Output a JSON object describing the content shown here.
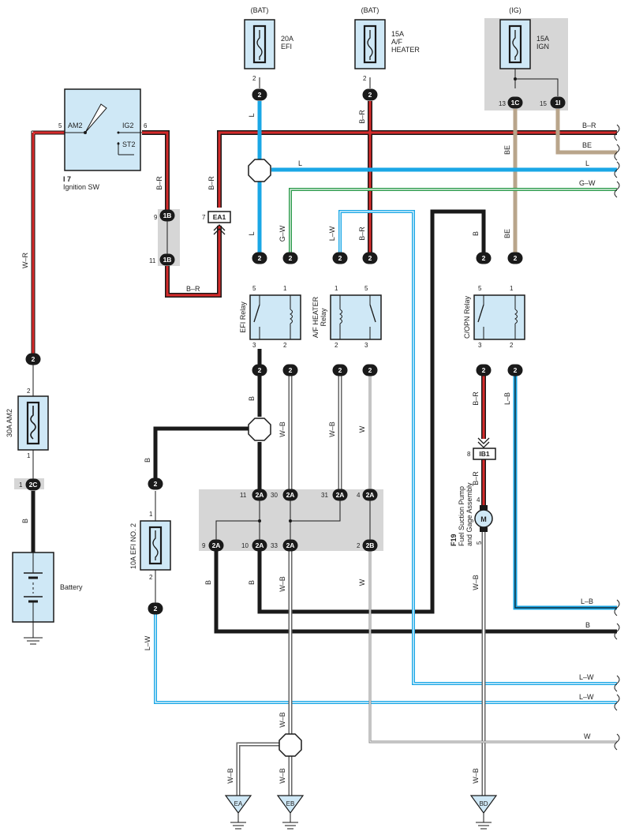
{
  "colors": {
    "blue": "#1aa7e6",
    "red": "#d62a2a",
    "green": "#2a9a4a",
    "tan": "#b9a58b",
    "component_fill": "#cfe8f6",
    "gray_zone": "#d6d6d6",
    "black": "#1a1a1a"
  },
  "sources": {
    "bat1": "(BAT)",
    "bat2": "(BAT)",
    "ig": "(IG)"
  },
  "fuses": {
    "efi": [
      "20A",
      "EFI"
    ],
    "af_heater": [
      "15A",
      "A/F",
      "HEATER"
    ],
    "ign": [
      "15A",
      "IGN"
    ],
    "am2": "30A AM2",
    "efi_no2": "10A EFI NO. 2"
  },
  "ignition_sw": {
    "code": "I 7",
    "name": "Ignition SW",
    "terminals": [
      "AM2",
      "IG2",
      "ST2"
    ],
    "pins": [
      "5",
      "6"
    ]
  },
  "relays": {
    "efi": "EFI Relay",
    "af_heater": [
      "A/F HEATER",
      "Relay"
    ],
    "copn": "C/OPN Relay"
  },
  "connectors": {
    "c2": "2",
    "c1b": "1B",
    "ea1": "EA1",
    "c2c": "2C",
    "c2a": "2A",
    "c2b": "2B",
    "c1c": "1C",
    "c1i": "1I",
    "ib1": "IB1"
  },
  "pins": {
    "p1": "1",
    "p2": "2",
    "p3": "3",
    "p4": "4",
    "p5": "5",
    "p6": "6",
    "p7": "7",
    "p8": "8",
    "p9": "9",
    "p10": "10",
    "p11": "11",
    "p13": "13",
    "p15": "15",
    "p30": "30",
    "p31": "31",
    "p33": "33"
  },
  "motor": {
    "code": "F19",
    "name": [
      "Fuel Suction Pump",
      "and Gage Assembly"
    ],
    "symbol": "M"
  },
  "battery": "Battery",
  "grounds": [
    "EA",
    "EB",
    "BD"
  ],
  "wires": {
    "BR": "B–R",
    "L": "L",
    "BE": "BE",
    "GW": "G–W",
    "LW": "L–W",
    "WB": "W–B",
    "W": "W",
    "B": "B",
    "LB": "L–B",
    "WR": "W–R"
  }
}
